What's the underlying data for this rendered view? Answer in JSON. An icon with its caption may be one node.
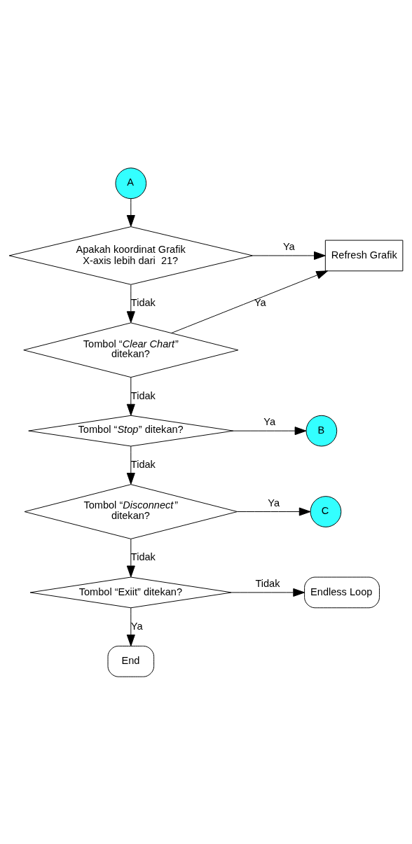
{
  "diagram": {
    "nodes": [
      {
        "text": [
          "A"
        ]
      },
      {
        "text": [
          "Apakah koordinat Grafik X-axis lebih dari  21?"
        ]
      },
      {
        "text": [
          "Refresh Grafik"
        ]
      },
      {
        "text": [
          "Tombol “*Clear Chart*” ditekan?"
        ]
      },
      {
        "text": [
          "Tombol “*Stop*” ditekan?"
        ]
      },
      {
        "text": [
          "B"
        ]
      },
      {
        "text": [
          "Tombol “*Disconnect*” ditekan?"
        ]
      },
      {
        "text": [
          "C"
        ]
      },
      {
        "text": [
          "Tombol “Exiit” ditekan?"
        ]
      },
      {
        "text": [
          "Endless Loop"
        ]
      },
      {
        "text": [
          "End"
        ]
      }
    ],
    "edges": [
      {
        "from": 0,
        "to": 1,
        "arrow": "to"
      },
      {
        "from": 1,
        "to": 2,
        "arrow": "to",
        "label": "Ya"
      },
      {
        "from": 1,
        "to": 3,
        "arrow": "to",
        "label": "Tidak"
      },
      {
        "from": 3,
        "to": 2,
        "arrow": "to",
        "label": "Ya"
      },
      {
        "from": 3,
        "to": 4,
        "arrow": "to",
        "label": "Tidak"
      },
      {
        "from": 4,
        "to": 5,
        "arrow": "to",
        "label": "Ya"
      },
      {
        "from": 4,
        "to": 6,
        "arrow": "to",
        "label": "Tidak"
      },
      {
        "from": 6,
        "to": 7,
        "arrow": "to",
        "label": "Ya"
      },
      {
        "from": 6,
        "to": 8,
        "arrow": "to",
        "label": "Tidak"
      },
      {
        "from": 8,
        "to": 9,
        "arrow": "to",
        "label": "Tidak"
      },
      {
        "from": 8,
        "to": 10,
        "arrow": "to",
        "label": "Ya"
      }
    ]
  }
}
